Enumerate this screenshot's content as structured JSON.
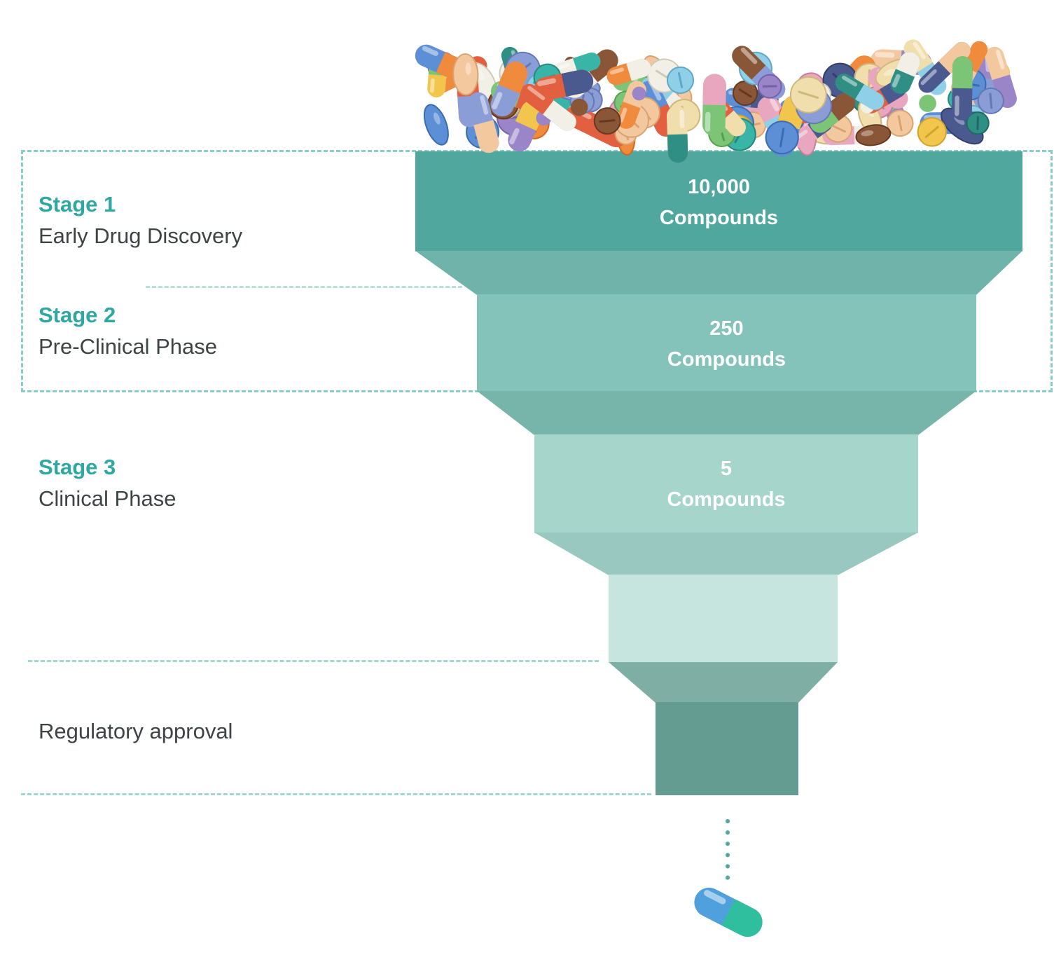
{
  "diagram": {
    "stages": [
      {
        "label": "Stage 1",
        "sublabel": "Early Drug Discovery",
        "value": "10,000",
        "unit": "Compounds"
      },
      {
        "label": "Stage 2",
        "sublabel": "Pre-Clinical Phase",
        "value": "250",
        "unit": "Compounds"
      },
      {
        "label": "Stage 3",
        "sublabel": "Clinical Phase",
        "value": "5",
        "unit": "Compounds"
      },
      {
        "label": "",
        "sublabel": "Regulatory approval",
        "value": "",
        "unit": ""
      }
    ]
  },
  "colors": {
    "stage_title": "#2EA8A0",
    "stage_subtitle": "#3E4346",
    "value_text": "#FFFFFF",
    "dashed_outline": "#85CFC7",
    "bands": [
      "#4FA79E",
      "#83C3BA",
      "#A6D5CC",
      "#C6E5DF",
      "#649C92"
    ],
    "transitions": [
      "#6FB3AA",
      "#77B5AB",
      "#98C8BF",
      "#7FAEA4"
    ],
    "dotted_line": "#4FA79E",
    "final_capsule_left": "#4FA0DC",
    "final_capsule_right": "#2FBF9F"
  }
}
